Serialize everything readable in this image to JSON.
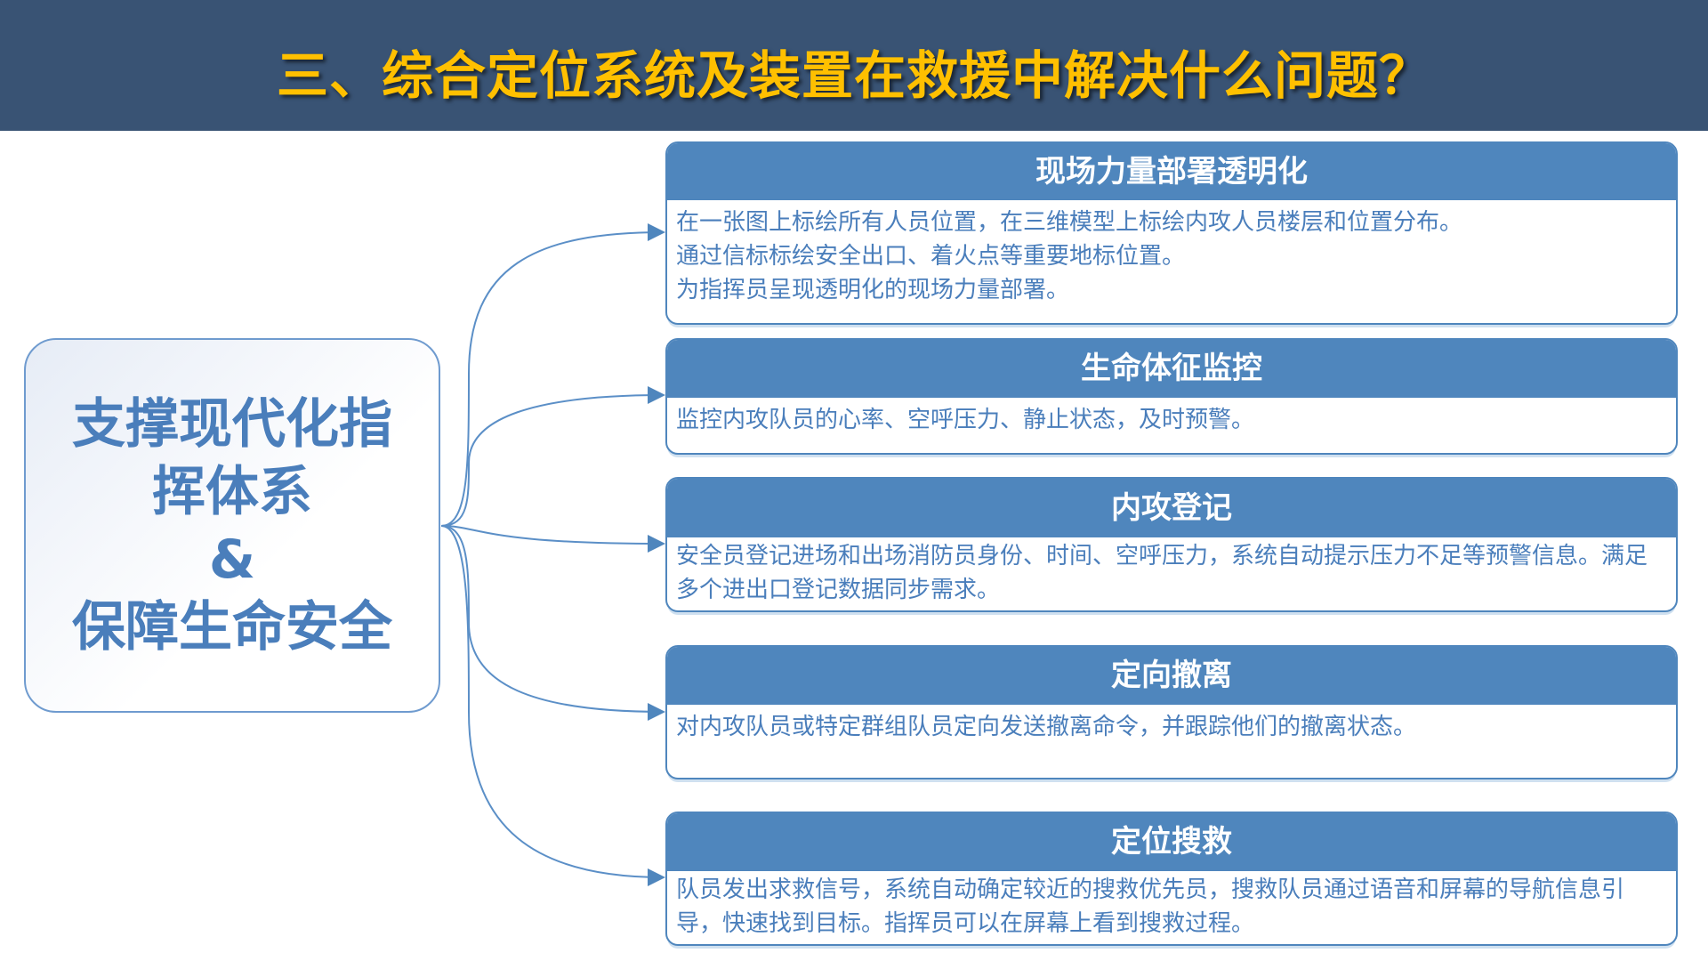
{
  "title": "三、综合定位系统及装置在救援中解决什么问题？",
  "center": {
    "line1": "支撑现代化指",
    "line2": "挥体系",
    "line3": "&",
    "line4": "保障生命安全"
  },
  "cards": [
    {
      "title": "现场力量部署透明化",
      "lines": [
        "在一张图上标绘所有人员位置，在三维模型上标绘内攻人员楼层和位置分布。",
        "通过信标标绘安全出口、着火点等重要地标位置。",
        "为指挥员呈现透明化的现场力量部署。"
      ]
    },
    {
      "title": "生命体征监控",
      "lines": [
        "监控内攻队员的心率、空呼压力、静止状态，及时预警。"
      ]
    },
    {
      "title": "内攻登记",
      "lines": [
        "安全员登记进场和出场消防员身份、时间、空呼压力，系统自动提示压力不足等预警信息。满足多个进出口登记数据同步需求。"
      ]
    },
    {
      "title": "定向撤离",
      "lines": [
        "对内攻队员或特定群组队员定向发送撤离命令，并跟踪他们的撤离状态。"
      ]
    },
    {
      "title": "定位搜救",
      "lines": [
        "队员发出求救信号，系统自动确定较近的搜救优先员，搜救队员通过语音和屏幕的导航信息引导，快速找到目标。指挥员可以在屏幕上看到搜救过程。"
      ]
    }
  ]
}
